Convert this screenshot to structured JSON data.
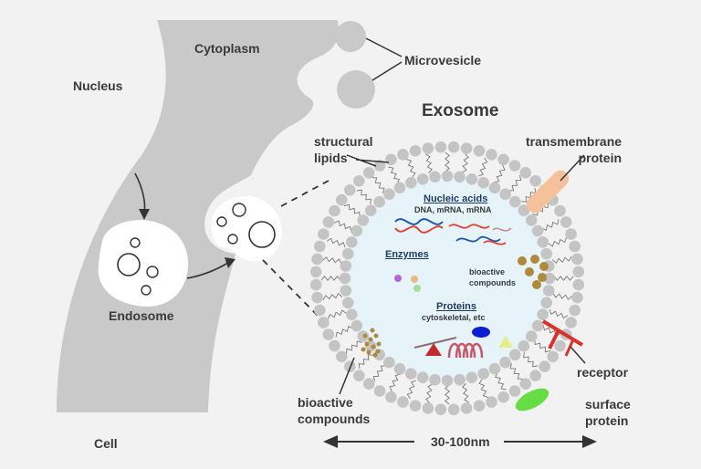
{
  "title": "Exosome",
  "labels": {
    "nucleus": "Nucleus",
    "cytoplasm": "Cytoplasm",
    "microvesicle": "Microvesicle",
    "endosome": "Endosome",
    "cell": "Cell",
    "structural_lipids": "structural\nlipids",
    "transmembrane_protein": "transmembrane\nprotein",
    "receptor": "receptor",
    "surface_protein": "surface\nprotein",
    "bioactive_compounds_outer": "bioactive\ncompounds",
    "size_range": "30-100nm"
  },
  "inner": {
    "nucleic_acids_title": "Nucleic acids",
    "nucleic_acids_sub": "DNA, mRNA, mRNA",
    "enzymes_title": "Enzymes",
    "bioactive_inner": "bioactive\ncompounds",
    "proteins_title": "Proteins",
    "proteins_sub": "cytoskeletal, etc"
  },
  "colors": {
    "background": "#f2f2f2",
    "cell_body": "#c9c9c9",
    "lipid_head": "#c4c4c4",
    "exosome_interior": "#e6f4fa",
    "transmembrane": "#f5c19a",
    "receptor": "#d9322a",
    "surface_protein": "#66dd44",
    "bioactive": "#b08a3a",
    "dna_red": "#e0433a",
    "dna_blue": "#1f57a8",
    "enzyme_purple": "#b765d6",
    "enzyme_tan": "#e8b981",
    "enzyme_green": "#a6dd9a",
    "protein_blue": "#0b1fd6",
    "protein_red": "#c52a2a",
    "protein_yellow": "#e6ec86",
    "protein_pink": "#c8576a"
  }
}
